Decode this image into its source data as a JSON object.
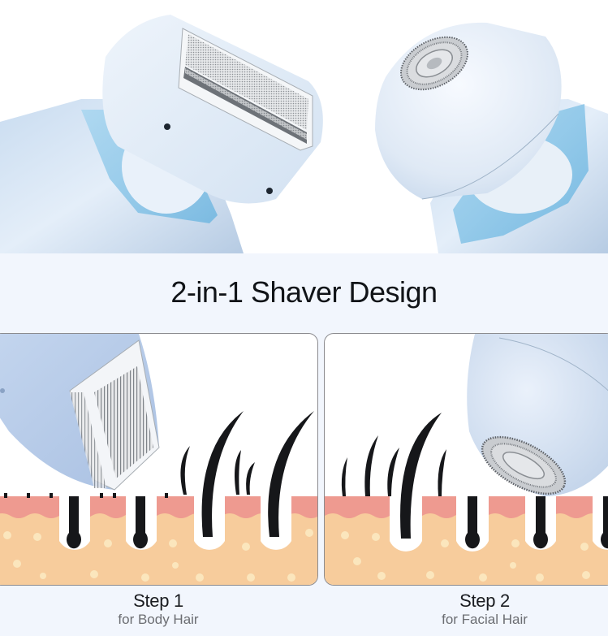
{
  "headline": "2-in-1 Shaver Design",
  "hero": {
    "left_image": "foil-shaver-head",
    "right_image": "rotary-shaver-head"
  },
  "steps": [
    {
      "title": "Step 1",
      "subtitle": "for Body Hair",
      "illustration": "foil-head-cutting-body-hair"
    },
    {
      "title": "Step 2",
      "subtitle": "for Facial Hair",
      "illustration": "rotary-head-cutting-facial-hair"
    }
  ],
  "colors": {
    "page_background": "#f2f6fd",
    "shaver_body": "#dde9f6",
    "shaver_accent": "#8cc6e6",
    "skin_top": "#ee9a90",
    "skin_dermis": "#f7cc9c",
    "hair": "#16171a",
    "headline_text": "#111418",
    "subtitle_text": "#6b6d72"
  }
}
